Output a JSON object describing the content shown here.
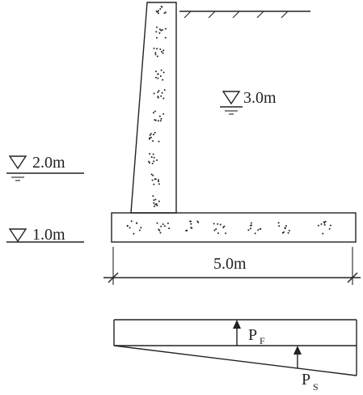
{
  "levels": {
    "back_water": "3.0m",
    "front_water": "2.0m",
    "base_bottom": "1.0m"
  },
  "dimensions": {
    "base_width": "5.0m"
  },
  "pressure_labels": {
    "pf_main": "P",
    "pf_sub": "F",
    "ps_main": "P",
    "ps_sub": "S"
  }
}
